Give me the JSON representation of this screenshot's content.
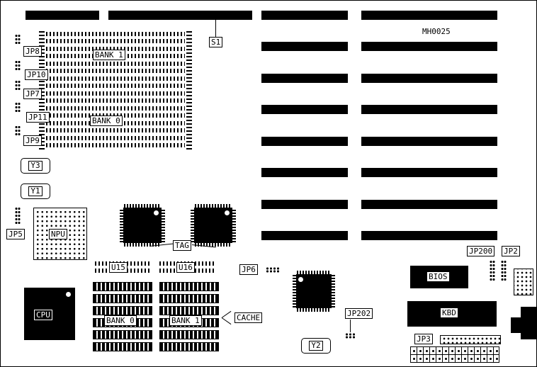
{
  "diagram": {
    "part_number": "MH0025",
    "colors": {
      "ink": "#000000",
      "paper": "#ffffff"
    },
    "labels": {
      "s1": "S1",
      "jp8": "JP8",
      "jp10": "JP10",
      "jp7": "JP7",
      "jp11": "JP11",
      "jp9": "JP9",
      "bank1_simm": "BANK 1",
      "bank0_simm": "BANK 0",
      "y3": "Y3",
      "y1": "Y1",
      "jp5": "JP5",
      "npu": "NPU",
      "tag": "TAG",
      "u15": "U15",
      "u16": "U16",
      "jp6": "JP6",
      "cpu": "CPU",
      "bank0_cache": "BANK 0",
      "bank1_cache": "BANK 1",
      "cache": "CACHE",
      "y2": "Y2",
      "jp202": "JP202",
      "jp200": "JP200",
      "jp2": "JP2",
      "bios": "BIOS",
      "kbd": "KBD",
      "jp3": "JP3"
    }
  }
}
